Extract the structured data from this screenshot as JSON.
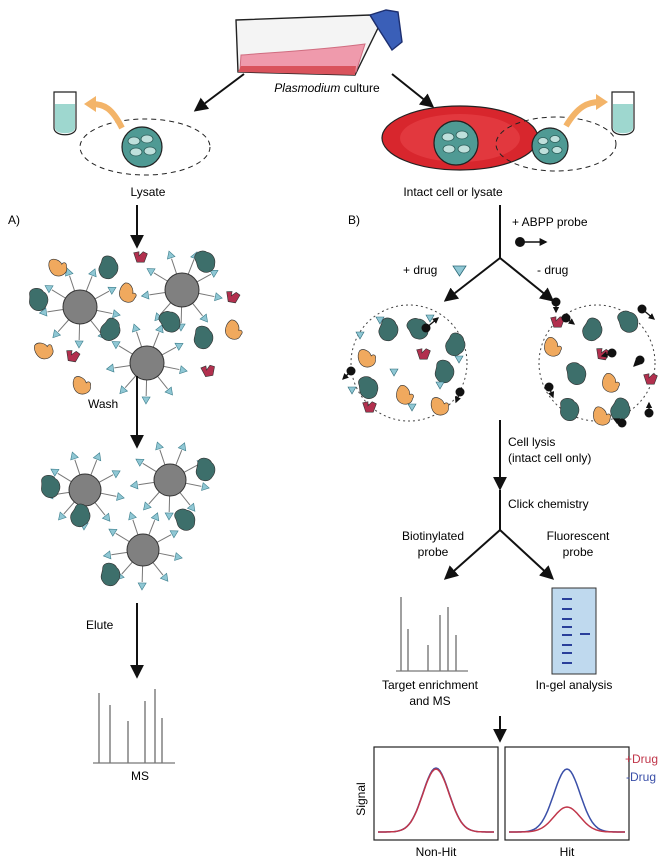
{
  "flask_caption": {
    "italic": "Plasmodium",
    "rest": " culture"
  },
  "left": {
    "panel_label": "A)",
    "start_label": "Lysate",
    "step1": "Wash",
    "step2": "Elute",
    "end_label": "MS"
  },
  "right": {
    "panel_label": "B)",
    "start_label": "Intact cell or lysate",
    "probe_label": "+ ABPP probe",
    "plus_drug": "+ drug",
    "minus_drug": "- drug",
    "lysis_line1": "Cell lysis",
    "lysis_line2": "(intact cell only)",
    "click": "Click chemistry",
    "biotin_line1": "Biotinylated",
    "biotin_line2": "probe",
    "fluor_line1": "Fluorescent",
    "fluor_line2": "probe",
    "target_line1": "Target enrichment",
    "target_line2": "and MS",
    "gel_label": "In-gel analysis"
  },
  "plots": {
    "ylabel": "Signal",
    "left_title": "Non-Hit",
    "right_title": "Hit",
    "legend_plus": "+Drug",
    "legend_minus": "-Drug"
  },
  "colors": {
    "teal": "#3d6f6b",
    "orange": "#f0a95e",
    "crimson": "#b2304e",
    "bead": "#808080",
    "arrow_blue": "#8fc7d4",
    "cell_red": "#d8262d",
    "gel_blue": "#bfd9ee",
    "band": "#2a3f9a",
    "plus_drug_line": "#c0364a",
    "minus_drug_line": "#3a4fa8"
  }
}
